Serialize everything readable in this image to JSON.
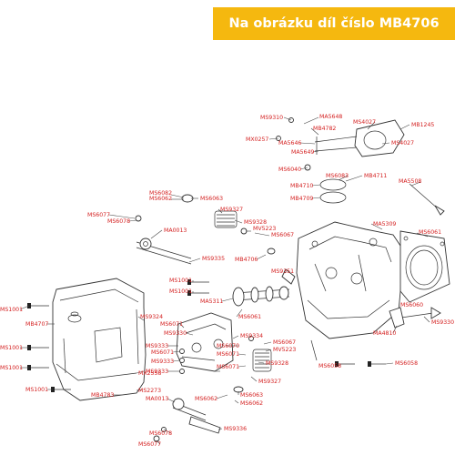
{
  "banner": {
    "text": "Na obrázku díl číslo MB4706",
    "background": "#f5b80f",
    "color": "#ffffff"
  },
  "label_color": "#d42020",
  "labels": [
    {
      "id": "ms9310",
      "text": "MS9310"
    },
    {
      "id": "ma5648",
      "text": "MA5648"
    },
    {
      "id": "mb4782",
      "text": "MB4782"
    },
    {
      "id": "ms4027a",
      "text": "MS4027"
    },
    {
      "id": "mb1245",
      "text": "MB1245"
    },
    {
      "id": "mx0257",
      "text": "MX0257"
    },
    {
      "id": "ma5646",
      "text": "MA5646"
    },
    {
      "id": "ma5649",
      "text": "MA5649"
    },
    {
      "id": "ms4027b",
      "text": "MS4027"
    },
    {
      "id": "ms6040",
      "text": "MS6040"
    },
    {
      "id": "ms6083",
      "text": "MS6083"
    },
    {
      "id": "mb4711",
      "text": "MB4711"
    },
    {
      "id": "mb4710",
      "text": "MB4710"
    },
    {
      "id": "mb4709",
      "text": "MB4709"
    },
    {
      "id": "ma5508",
      "text": "MA5508"
    },
    {
      "id": "ms6082",
      "text": "MS6082"
    },
    {
      "id": "ms6062a",
      "text": "MS6062"
    },
    {
      "id": "ms6063a",
      "text": "MS6063"
    },
    {
      "id": "ms9327a",
      "text": "MS9327"
    },
    {
      "id": "ms6077a",
      "text": "MS6077"
    },
    {
      "id": "ms6078a",
      "text": "MS6078"
    },
    {
      "id": "ma0013a",
      "text": "MA0013"
    },
    {
      "id": "ms9328a",
      "text": "MS9328"
    },
    {
      "id": "mv5223a",
      "text": "MV5223"
    },
    {
      "id": "ms6067a",
      "text": "MS6067"
    },
    {
      "id": "ma5309",
      "text": "MA5309"
    },
    {
      "id": "ms6061a",
      "text": "MS6061"
    },
    {
      "id": "ms9335",
      "text": "MS9335"
    },
    {
      "id": "mb4706",
      "text": "MB4706"
    },
    {
      "id": "ms9351",
      "text": "MS9351"
    },
    {
      "id": "ms1001a",
      "text": "MS1001"
    },
    {
      "id": "ms1001b",
      "text": "MS1001"
    },
    {
      "id": "ma5311",
      "text": "MA5311"
    },
    {
      "id": "ms1001c",
      "text": "MS1001"
    },
    {
      "id": "ms9324",
      "text": "MS9324"
    },
    {
      "id": "ms6061b",
      "text": "MS6061"
    },
    {
      "id": "ms6060",
      "text": "MS6060"
    },
    {
      "id": "mb4707",
      "text": "MB4707"
    },
    {
      "id": "ms6071a",
      "text": "MS6071"
    },
    {
      "id": "ms9330a",
      "text": "MS9330"
    },
    {
      "id": "ms9334",
      "text": "MS9334"
    },
    {
      "id": "ms6067b",
      "text": "MS6067"
    },
    {
      "id": "ms9330b",
      "text": "MS9330"
    },
    {
      "id": "ma4810",
      "text": "MA4810"
    },
    {
      "id": "ms9333a",
      "text": "MS9333"
    },
    {
      "id": "ms6071b",
      "text": "MS6071"
    },
    {
      "id": "ms6070",
      "text": "MS6070"
    },
    {
      "id": "mv5223b",
      "text": "MV5223"
    },
    {
      "id": "ms1001d",
      "text": "MS1001"
    },
    {
      "id": "ms6071c",
      "text": "MS6071"
    },
    {
      "id": "ms9328b",
      "text": "MS9328"
    },
    {
      "id": "ms9333b",
      "text": "MS9333"
    },
    {
      "id": "ms6058a",
      "text": "MS6058"
    },
    {
      "id": "ms6058b",
      "text": "MS6058"
    },
    {
      "id": "mx2558",
      "text": "MX2558"
    },
    {
      "id": "ms1001e",
      "text": "MS1001"
    },
    {
      "id": "ms9333c",
      "text": "MS9333"
    },
    {
      "id": "ms6071d",
      "text": "MS6071"
    },
    {
      "id": "ms9327b",
      "text": "MS9327"
    },
    {
      "id": "ms1001f",
      "text": "MS1001"
    },
    {
      "id": "ms2273",
      "text": "MS2273"
    },
    {
      "id": "mb4783",
      "text": "MB4783"
    },
    {
      "id": "ms6063b",
      "text": "MS6063"
    },
    {
      "id": "ms6062b",
      "text": "MS6062"
    },
    {
      "id": "ma0013b",
      "text": "MA0013"
    },
    {
      "id": "ms6062c",
      "text": "MS6062"
    },
    {
      "id": "ms9336",
      "text": "MS9336"
    },
    {
      "id": "ms6078b",
      "text": "MS6078"
    },
    {
      "id": "ms6077b",
      "text": "MS6077"
    }
  ]
}
